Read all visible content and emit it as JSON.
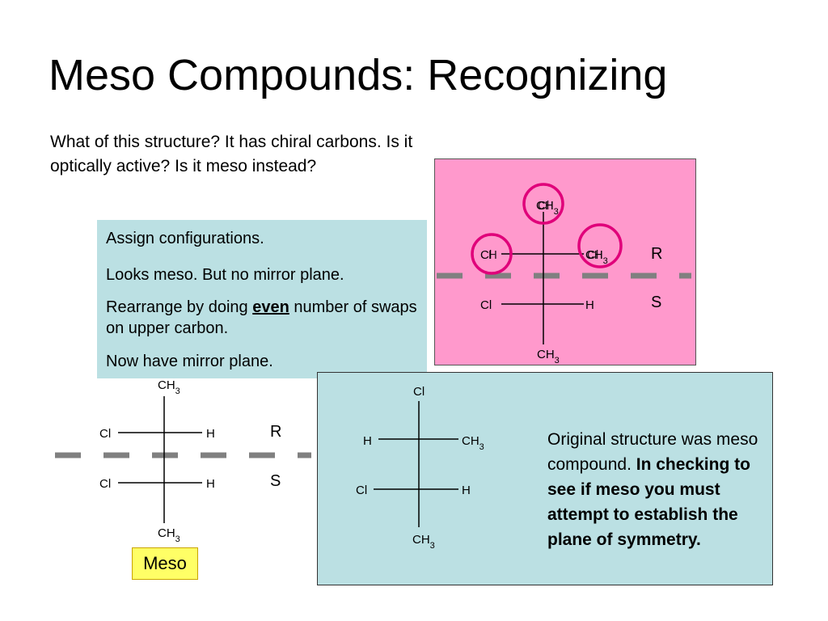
{
  "slide": {
    "title": "Meso Compounds: Recognizing",
    "intro": "What of this structure?   It has chiral carbons.  Is it optically active?  Is it meso instead?"
  },
  "steps": {
    "assign": "Assign configurations.",
    "looks_meso": "Looks meso. But no mirror plane.",
    "rearrange_before": "Rearrange by doing ",
    "rearrange_emph": "even",
    "rearrange_after": " number of swaps on upper carbon.",
    "now_mirror": "Now have mirror plane."
  },
  "colors": {
    "pink_panel": "#ff99cc",
    "blue_panel": "#bbe0e3",
    "circle": "#e0007a",
    "mirror_dash": "#808080",
    "meso_label_bg": "#ffff66"
  },
  "structures": {
    "original": {
      "top": "CH3",
      "top_overlap": "Cl",
      "upper_left": "Cl",
      "upper_left_overlap": "H",
      "upper_right": "CH3",
      "upper_right_overlap": "Cl",
      "lower_left": "Cl",
      "lower_right": "H",
      "bottom": "CH3",
      "upper_config": "R",
      "lower_config": "S"
    },
    "rearranged": {
      "top": "CH3",
      "upper_left": "Cl",
      "upper_right": "H",
      "lower_left": "Cl",
      "lower_right": "H",
      "bottom": "CH3",
      "upper_config": "R",
      "lower_config": "S",
      "label": "Meso"
    },
    "rotated": {
      "top": "Cl",
      "upper_left": "H",
      "upper_right": "CH3",
      "lower_left": "Cl",
      "lower_right": "H",
      "bottom": "CH3"
    }
  },
  "summary": {
    "plain": "Original structure was meso compound. ",
    "bold": "In checking to see if meso you must attempt to establish the plane of symmetry."
  }
}
